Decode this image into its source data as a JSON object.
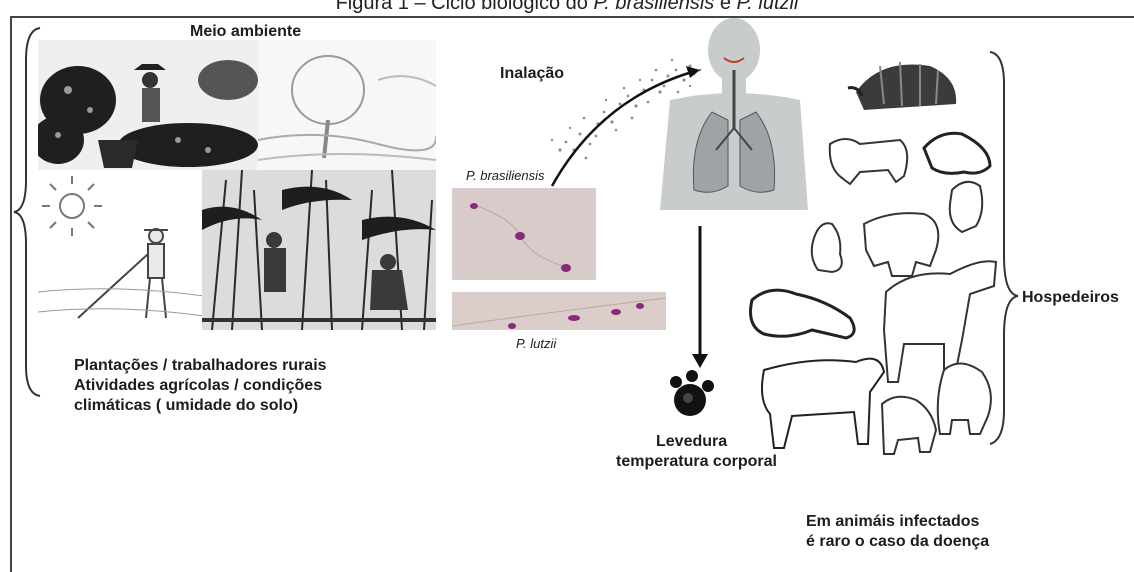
{
  "caption": {
    "prefix": "Figura 1 – Ciclo biológico do ",
    "species1": "P. brasiliensis",
    "middle": " e ",
    "species2": "P. lutzii"
  },
  "labels": {
    "environment": "Meio ambiente",
    "inhalation": "Inalação",
    "p_brasiliensis": "P. brasiliensis",
    "p_lutzii": "P. lutzii",
    "environment_desc_line1": "Plantações / trabalhadores rurais",
    "environment_desc_line2": "Atividades agrícolas / condições",
    "environment_desc_line3": "climáticas (   umidade do solo)",
    "yeast": "Levedura",
    "yeast_desc": "temperatura corporal",
    "hosts": "Hospedeiros",
    "note_line1": "Em animáis infectados",
    "note_line2": "é raro o caso da doença"
  },
  "colors": {
    "micrograph_bg": "#d8c8c6",
    "spore": "#8a2a7a",
    "silhouette": "#c9cccd",
    "arrow": "#111111"
  }
}
